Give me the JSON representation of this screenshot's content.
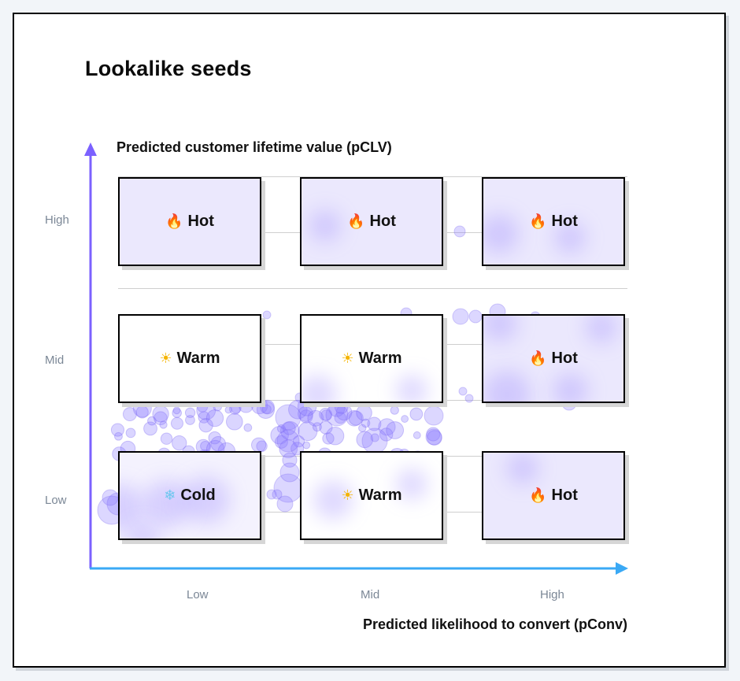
{
  "title": "Lookalike seeds",
  "y_axis": {
    "label": "Predicted customer lifetime value (pCLV)",
    "ticks": [
      "High",
      "Mid",
      "Low"
    ],
    "color": "#7b61ff"
  },
  "x_axis": {
    "label": "Predicted likelihood to convert (pConv)",
    "ticks": [
      "Low",
      "Mid",
      "High"
    ],
    "color": "#3aa9f5"
  },
  "grid": {
    "rows": [
      {
        "pclv": "High",
        "cells": [
          {
            "pconv": "Low",
            "label": "Hot",
            "icon": "fire-icon",
            "emoji": "🔥",
            "tier": "hot"
          },
          {
            "pconv": "Mid",
            "label": "Hot",
            "icon": "fire-icon",
            "emoji": "🔥",
            "tier": "hot"
          },
          {
            "pconv": "High",
            "label": "Hot",
            "icon": "fire-icon",
            "emoji": "🔥",
            "tier": "hot"
          }
        ]
      },
      {
        "pclv": "Mid",
        "cells": [
          {
            "pconv": "Low",
            "label": "Warm",
            "icon": "sun-icon",
            "emoji": "☀",
            "tier": "warm"
          },
          {
            "pconv": "Mid",
            "label": "Warm",
            "icon": "sun-icon",
            "emoji": "☀",
            "tier": "warm"
          },
          {
            "pconv": "High",
            "label": "Hot",
            "icon": "fire-icon",
            "emoji": "🔥",
            "tier": "hot"
          }
        ]
      },
      {
        "pclv": "Low",
        "cells": [
          {
            "pconv": "Low",
            "label": "Cold",
            "icon": "snowflake-icon",
            "emoji": "❄",
            "tier": "cold"
          },
          {
            "pconv": "Mid",
            "label": "Warm",
            "icon": "sun-icon",
            "emoji": "☀",
            "tier": "warm"
          },
          {
            "pconv": "High",
            "label": "Hot",
            "icon": "fire-icon",
            "emoji": "🔥",
            "tier": "hot"
          }
        ]
      }
    ]
  },
  "colors": {
    "hot_fill": "#ebe8fd",
    "bubble": "#8c7cff",
    "card_border": "#000000",
    "page_bg": "#f2f5f9"
  }
}
